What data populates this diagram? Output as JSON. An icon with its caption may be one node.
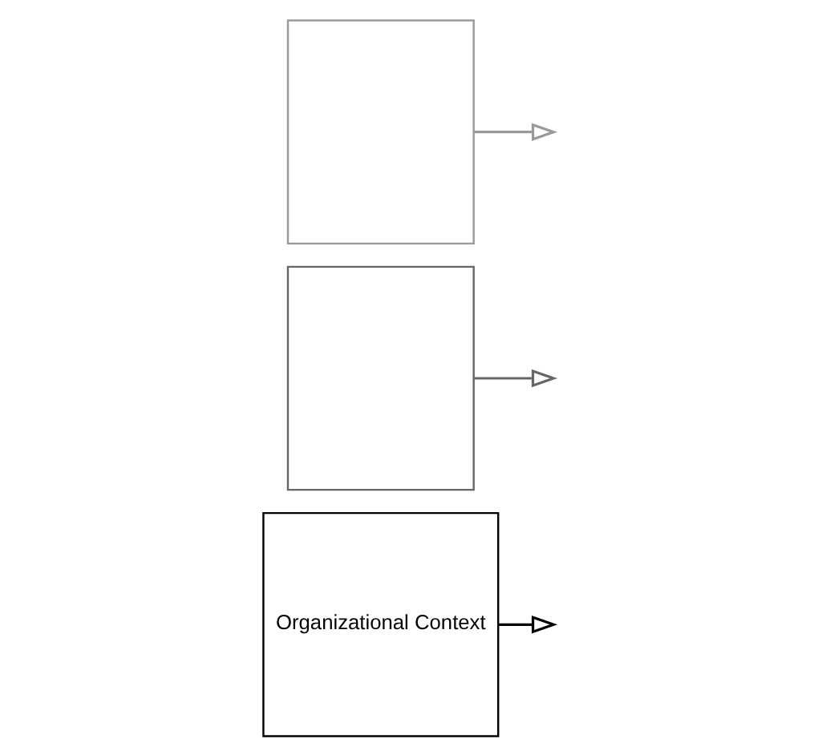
{
  "diagram": {
    "nodes": [
      {
        "text": [],
        "shape": "box"
      },
      {
        "text": [],
        "shape": "box"
      },
      {
        "text": [
          "Organizational Context"
        ]
      }
    ],
    "edges": [
      {
        "from": 0,
        "to": null,
        "arrow": "to",
        "color": "#999999"
      },
      {
        "from": 1,
        "to": null,
        "arrow": "to",
        "color": "#666666"
      },
      {
        "from": 2,
        "to": null,
        "arrow": "to",
        "color": "#000000"
      }
    ]
  }
}
